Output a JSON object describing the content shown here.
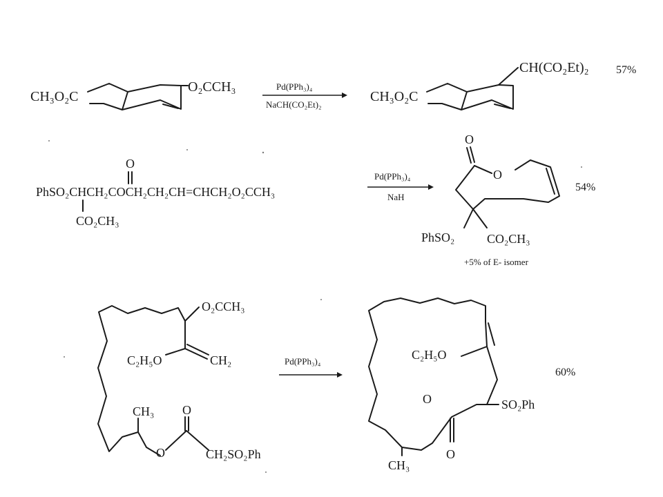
{
  "reactions": [
    {
      "reactant": {
        "left": "CH₃O₂C",
        "right": "O₂CCH₃"
      },
      "reagent_top": "Pd(PPh₃)₄",
      "reagent_bottom": "NaCH(CO₂Et)₂",
      "product": {
        "left": "CH₃O₂C",
        "top": "CH(CO₂Et)₂"
      },
      "yield": "57%"
    },
    {
      "reactant": {
        "carbonyl_o": "O",
        "main_chain": "PhSO₂CHCH₂COCH₂CH₂CH=CHCH₂O₂CCH₃",
        "branch": "CO₂CH₃"
      },
      "reagent_top": "Pd(PPh₃)₄",
      "reagent_bottom": "NaH",
      "product": {
        "carbonyl_o": "O",
        "ring_o": "O",
        "left_group": "PhSO₂",
        "right_group": "CO₂CH₃",
        "note": "+5% of E- isomer"
      },
      "yield": "54%"
    },
    {
      "reactant": {
        "acetate": "O₂CCH₃",
        "ethoxy": "C₂H₅O",
        "methylene": "CH₂",
        "methyl": "CH₃",
        "carbonyl_o": "O",
        "ester_o": "O",
        "sulfonyl": "CH₂SO₂Ph"
      },
      "reagent_top": "Pd(PPh₃)₄",
      "product": {
        "ethoxy": "C₂H₅O",
        "ring_o": "O",
        "sulfonyl": "SO₂Ph",
        "methyl": "CH₃",
        "carbonyl_o": "O"
      },
      "yield": "60%"
    }
  ]
}
